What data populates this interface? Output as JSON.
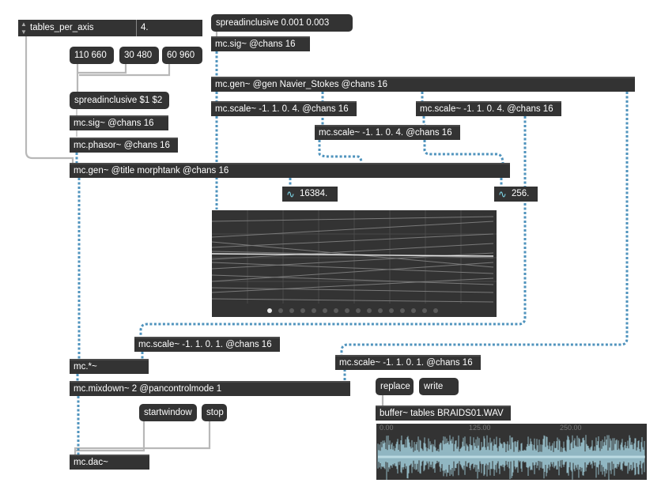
{
  "attrui": {
    "name": "tables_per_axis",
    "value": "4."
  },
  "messages": {
    "spread_top": "spreadinclusive 0.001 0.003",
    "m110": "110 660",
    "m30": "30 480",
    "m60": "60 960",
    "spread_args": "spreadinclusive $1 $2",
    "startwindow": "startwindow",
    "stop": "stop",
    "replace": "replace",
    "write": "write"
  },
  "objects": {
    "sig_top": "mc.sig~ @chans 16",
    "gen_ns": "mc.gen~ @gen Navier_Stokes @chans 16",
    "scale_a": "mc.scale~ -1. 1. 0. 4. @chans 16",
    "scale_b": "mc.scale~ -1. 1. 0. 4. @chans 16",
    "scale_c": "mc.scale~ -1. 1. 0. 4. @chans 16",
    "sig_left": "mc.sig~ @chans 16",
    "phasor": "mc.phasor~ @chans 16",
    "gen_morph": "mc.gen~ @title morphtank @chans 16",
    "scale_d": "mc.scale~ -1. 1. 0. 1. @chans 16",
    "scale_e": "mc.scale~ -1. 1. 0. 1. @chans 16",
    "mult": "mc.*~",
    "mixdown": "mc.mixdown~ 2 @pancontrolmode 1",
    "buffer": "buffer~ tables BRAIDS01.WAV",
    "dac": "mc.dac~"
  },
  "numbers": {
    "n1": "16384.",
    "n2": "256."
  },
  "waveform_ruler": [
    "0.00",
    "125.00",
    "250.00"
  ],
  "icons": {
    "signal": "tilde-wave-icon",
    "attr_arrows": "up-down-arrows-icon"
  },
  "colors": {
    "patchcord_signal": "#5aa0c8",
    "object_bg": "#333333",
    "wave_accent": "#7fd8ea"
  }
}
